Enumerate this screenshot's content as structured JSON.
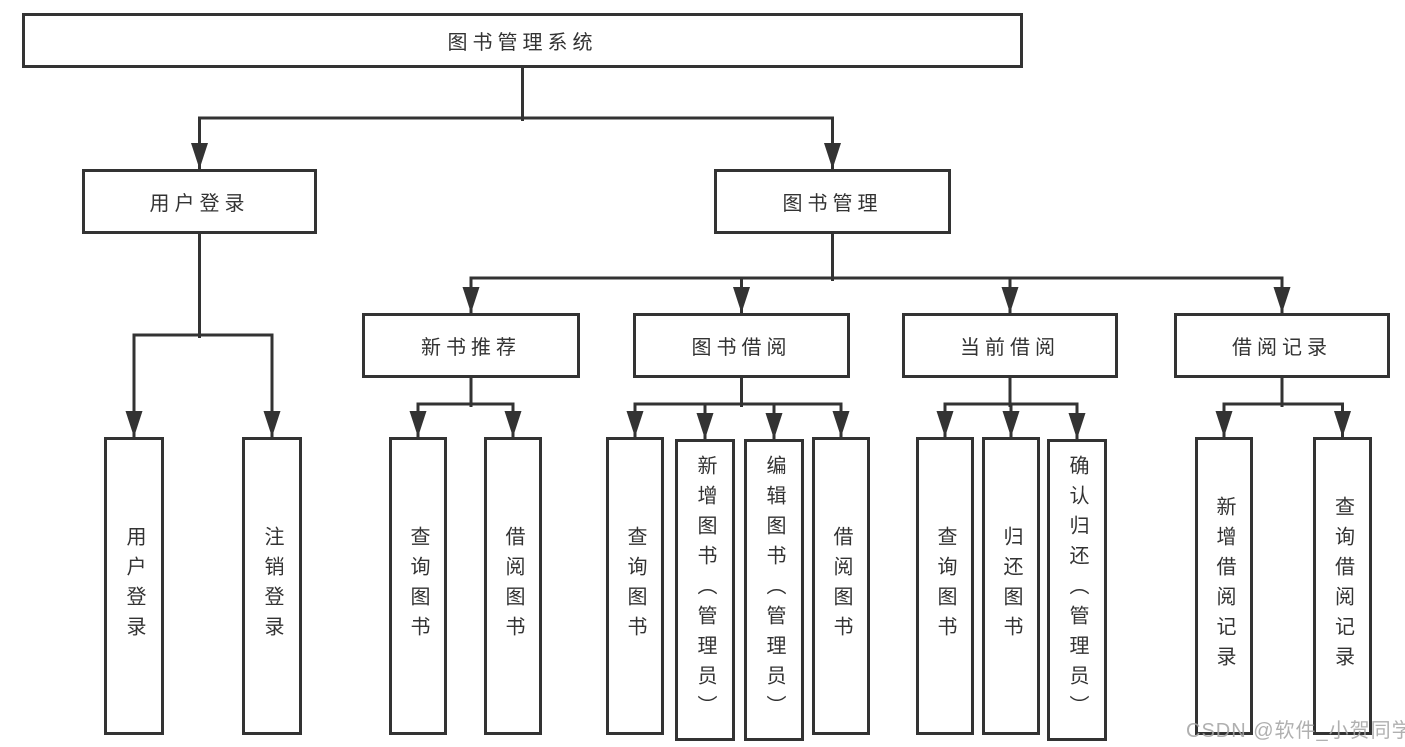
{
  "diagram": {
    "type": "hierarchy-tree",
    "root": {
      "label": "图书管理系统"
    },
    "level2": [
      {
        "label": "用户登录",
        "parent": "图书管理系统"
      },
      {
        "label": "图书管理",
        "parent": "图书管理系统"
      }
    ],
    "level3": [
      {
        "label": "新书推荐",
        "parent": "图书管理"
      },
      {
        "label": "图书借阅",
        "parent": "图书管理"
      },
      {
        "label": "当前借阅",
        "parent": "图书管理"
      },
      {
        "label": "借阅记录",
        "parent": "图书管理"
      }
    ],
    "leaves": [
      {
        "label": "用户登录",
        "parent": "用户登录"
      },
      {
        "label": "注销登录",
        "parent": "用户登录"
      },
      {
        "label": "查询图书",
        "parent": "新书推荐"
      },
      {
        "label": "借阅图书",
        "parent": "新书推荐"
      },
      {
        "label": "查询图书",
        "parent": "图书借阅"
      },
      {
        "label": "新增图书（管理员）",
        "parent": "图书借阅"
      },
      {
        "label": "编辑图书（管理员）",
        "parent": "图书借阅"
      },
      {
        "label": "借阅图书",
        "parent": "图书借阅"
      },
      {
        "label": "查询图书",
        "parent": "当前借阅"
      },
      {
        "label": "归还图书",
        "parent": "当前借阅"
      },
      {
        "label": "确认归还（管理员）",
        "parent": "当前借阅"
      },
      {
        "label": "新增借阅记录",
        "parent": "借阅记录"
      },
      {
        "label": "查询借阅记录",
        "parent": "借阅记录"
      }
    ]
  },
  "watermark": {
    "text": "CSDN @软件_小贺同学"
  },
  "colors": {
    "line": "#333333",
    "text": "#333333",
    "box_background": "#ffffff",
    "page_background": "#ffffff",
    "watermark": "#a5a5a5"
  }
}
